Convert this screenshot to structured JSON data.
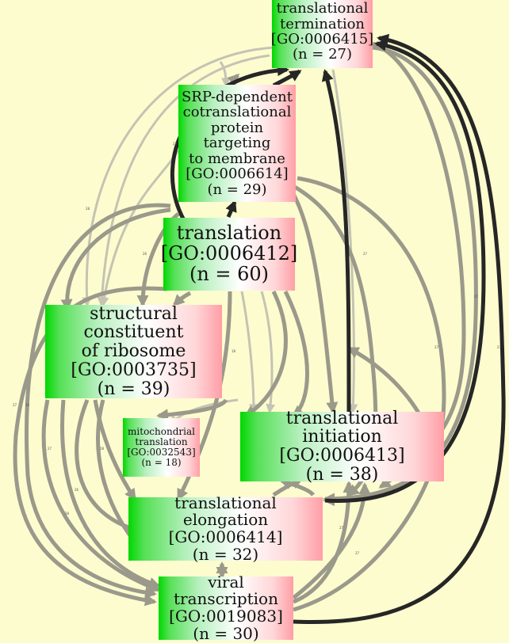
{
  "nodes": {
    "termination": {
      "label": "translational\ntermination\n[GO:0006415]\n(n = 27)"
    },
    "srp": {
      "label": "SRP-dependent\ncotranslational\nprotein targeting\nto membrane\n[GO:0006614]\n(n = 29)"
    },
    "translation": {
      "label": "translation\n[GO:0006412]\n(n = 60)"
    },
    "structural": {
      "label": "structural constituent\nof ribosome\n[GO:0003735]\n(n = 39)"
    },
    "mitochondrial": {
      "label": "mitochondrial\ntranslation\n[GO:0032543]\n(n = 18)"
    },
    "initiation": {
      "label": "translational\ninitiation [GO:0006413]\n(n = 38)"
    },
    "elongation": {
      "label": "translational\nelongation [GO:0006414]\n(n = 32)"
    },
    "viral": {
      "label": "viral transcription\n[GO:0019083]\n(n = 30)"
    }
  },
  "colors": {
    "background": "#fcfccf",
    "edge_gray": "#9a998a",
    "edge_light": "#c5c3b3",
    "edge_dark": "#262626"
  }
}
